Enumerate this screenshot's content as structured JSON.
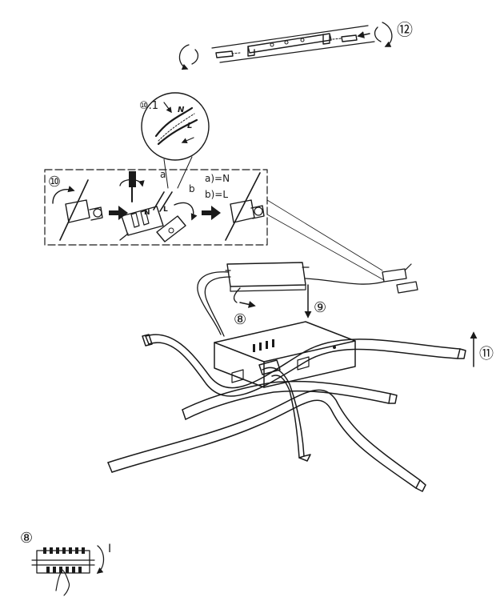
{
  "steps": {
    "step8": "⑧",
    "step8_terminal": "⑧",
    "step9": "⑨",
    "step10": "⑩",
    "step10_1": "⑩.1",
    "step11": "⑪",
    "step12": "⑫"
  },
  "wire_labels": {
    "a": "a",
    "b": "b",
    "a_eq": "a)=N",
    "b_eq": "b)=L",
    "n": "N",
    "l": "L"
  },
  "terminal": {
    "mark": "I"
  }
}
